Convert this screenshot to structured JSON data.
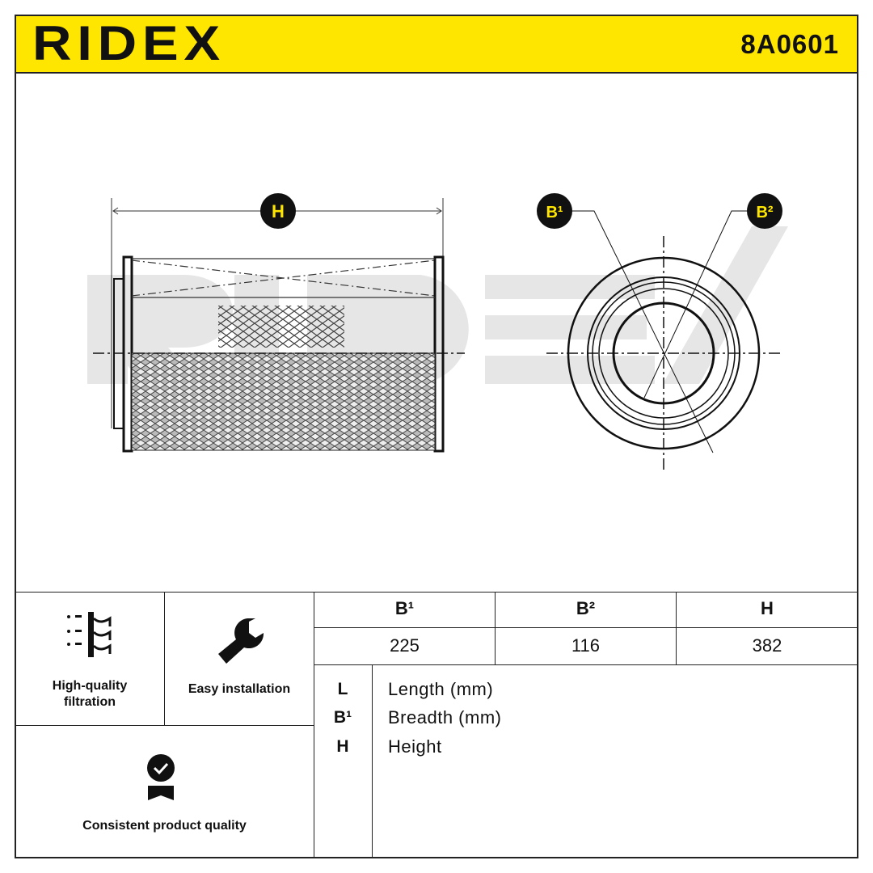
{
  "header": {
    "brand": "RIDEX",
    "part_number": "8A0601",
    "accent": "#ffe600"
  },
  "drawing": {
    "dim_labels": {
      "h": "H",
      "b1": "B¹",
      "b2": "B²"
    },
    "watermark": "RIDEX"
  },
  "features": [
    {
      "label_line1": "High-quality",
      "label_line2": "filtration",
      "icon": "filter-icon"
    },
    {
      "label": "Easy installation",
      "icon": "wrench-icon"
    },
    {
      "label": "Consistent product quality",
      "icon": "quality-badge-icon"
    }
  ],
  "dimensions": {
    "headers": [
      "B¹",
      "B²",
      "H"
    ],
    "values": [
      "225",
      "116",
      "382"
    ]
  },
  "legend": [
    {
      "key": "L",
      "text": "Length (mm)"
    },
    {
      "key": "B¹",
      "text": "Breadth (mm)"
    },
    {
      "key": "H",
      "text": "Height"
    }
  ]
}
